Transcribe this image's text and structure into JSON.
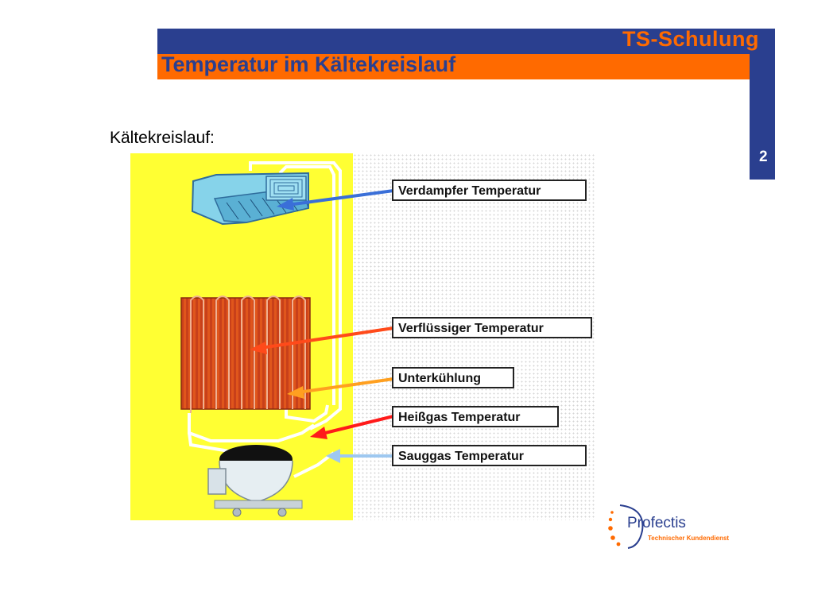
{
  "header": {
    "brand": "TS-Schulung",
    "title": "Temperatur im Kältekreislauf",
    "page_number": "2"
  },
  "section_title": "Kältekreislauf:",
  "labels": {
    "verdampfer": "Verdampfer Temperatur",
    "verfluessiger": "Verflüssiger Temperatur",
    "unterkuehlung": "Unterkühlung",
    "heissgas": "Heißgas Temperatur",
    "sauggas": "Sauggas Temperatur"
  },
  "arrow_colors": {
    "verdampfer": "#3a6fd8",
    "verfluessiger": "#ff4a1a",
    "unterkuehlung": "#ffa020",
    "heissgas": "#ff1a1a",
    "sauggas": "#9ec8f0"
  },
  "logo": {
    "name": "Profectis",
    "subtitle": "Technischer Kundendienst"
  }
}
